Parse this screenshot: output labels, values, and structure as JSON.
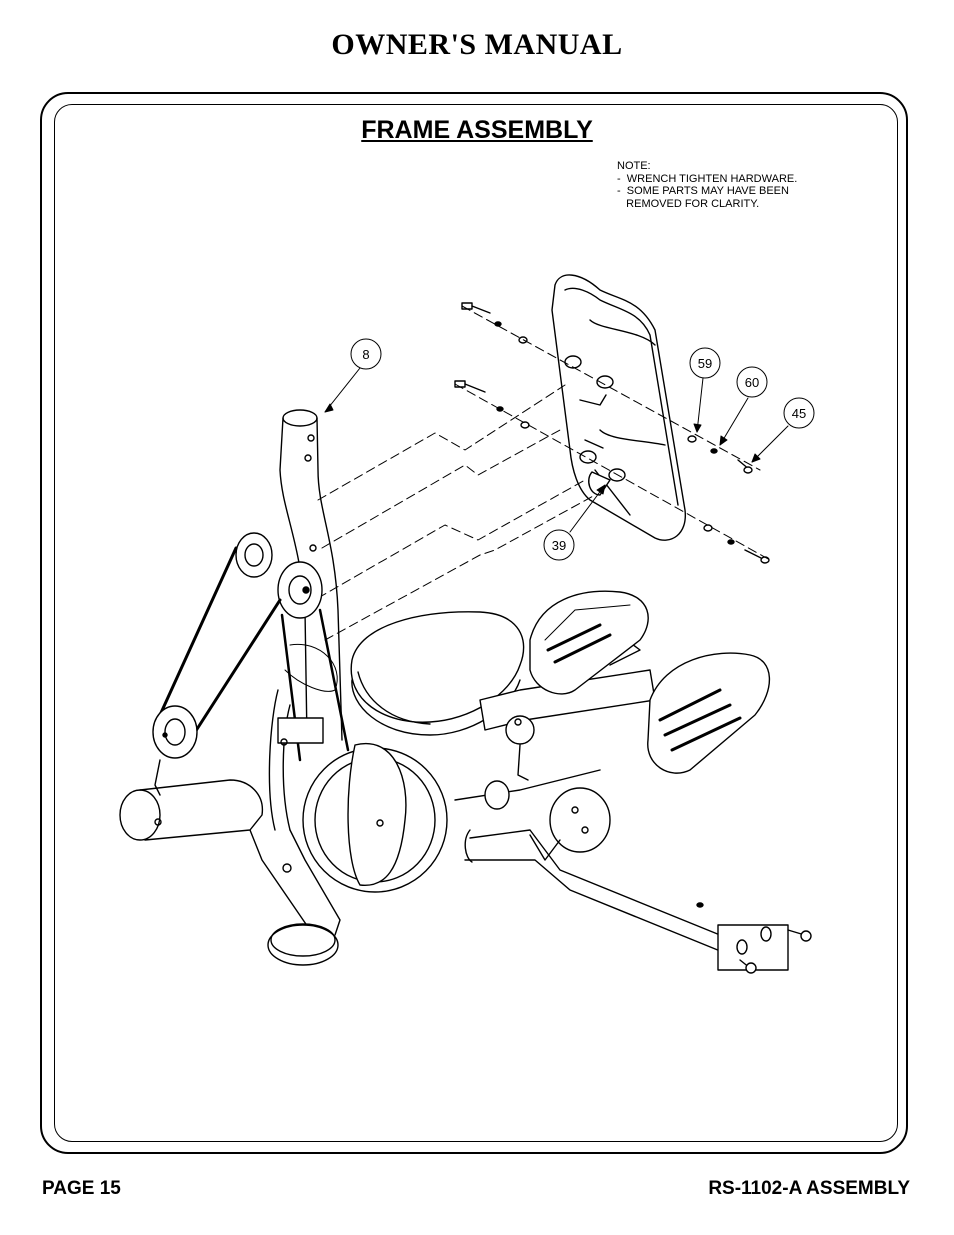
{
  "header": {
    "title": "OWNER'S MANUAL"
  },
  "section": {
    "title": "FRAME ASSEMBLY"
  },
  "note": {
    "heading": "NOTE:",
    "lines": [
      "-  WRENCH TIGHTEN HARDWARE.",
      "-  SOME PARTS MAY HAVE BEEN",
      "   REMOVED FOR CLARITY."
    ]
  },
  "callouts": [
    "8",
    "59",
    "60",
    "45",
    "39"
  ],
  "footer": {
    "page": "PAGE 15",
    "doc": "RS-1102-A ASSEMBLY"
  }
}
